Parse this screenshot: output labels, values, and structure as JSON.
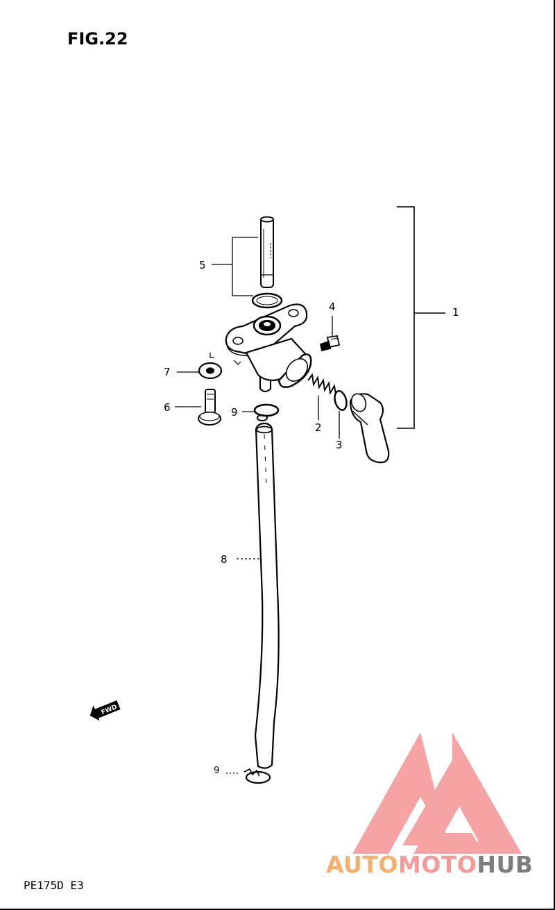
{
  "figure": {
    "title": "FIG.22",
    "model_code": "PE175D E3"
  },
  "callouts": [
    {
      "id": "c1",
      "label": "1"
    },
    {
      "id": "c2",
      "label": "2"
    },
    {
      "id": "c3",
      "label": "3"
    },
    {
      "id": "c4",
      "label": "4"
    },
    {
      "id": "c5",
      "label": "5"
    },
    {
      "id": "c6",
      "label": "6"
    },
    {
      "id": "c7",
      "label": "7"
    },
    {
      "id": "c8",
      "label": "8"
    },
    {
      "id": "c9a",
      "label": "9"
    },
    {
      "id": "c9b",
      "label": "9"
    }
  ],
  "direction_marker": {
    "text": "FWD",
    "icon": "forward-arrow-icon"
  },
  "watermark": {
    "logo_icon": "triangle-logo-icon",
    "parts": [
      "AUTO",
      "MOTO",
      "HUB"
    ],
    "colors": {
      "auto": "#f4b070",
      "moto": "#f49a9a",
      "hub": "#7d7d7d",
      "logo": "#f49a9a"
    }
  }
}
